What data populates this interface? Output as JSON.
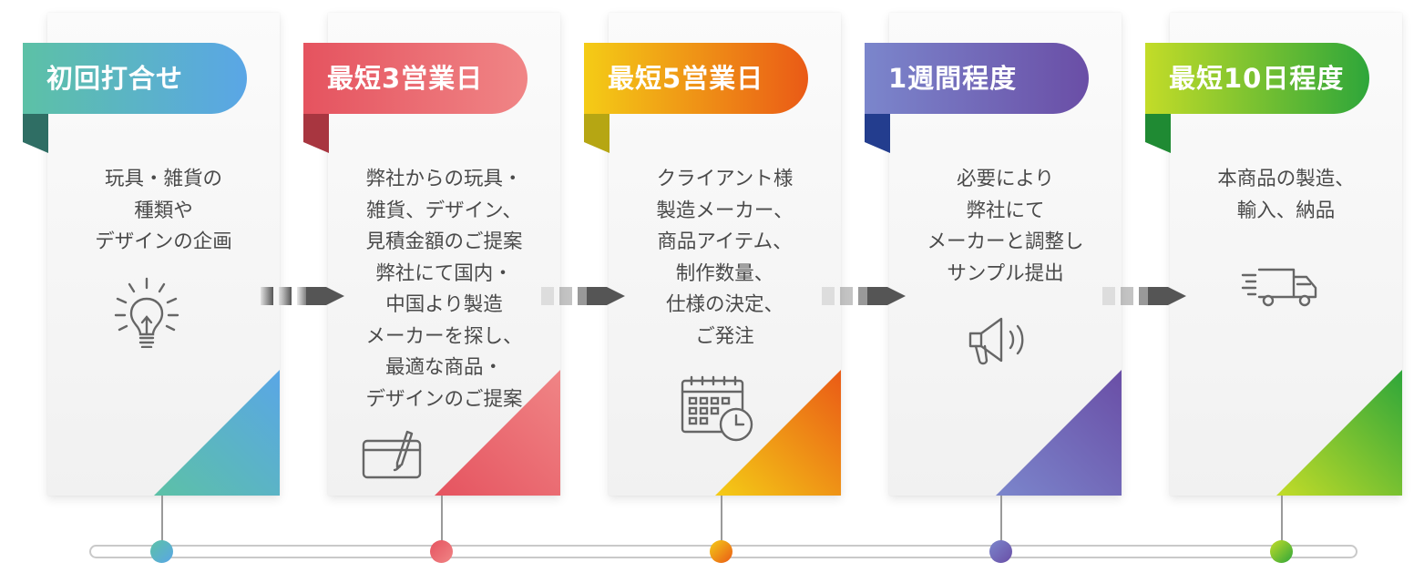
{
  "steps": [
    {
      "label": "初回打合せ",
      "text": "玩具・雑貨の\n種類や\nデザインの企画",
      "icon": "lightbulb-icon",
      "color_start": "#5cc1a6",
      "color_end": "#5aa6e6",
      "color_dark": "#2f6e64"
    },
    {
      "label": "最短3営業日",
      "text": "弊社からの玩具・\n雑貨、デザイン、\n見積金額のご提案\n弊社にて国内・\n中国より製造\nメーカーを探し、\n最適な商品・\nデザインのご提案",
      "icon": "tablet-pen-icon",
      "color_start": "#e5535f",
      "color_end": "#f08586",
      "color_dark": "#a83640"
    },
    {
      "label": "最短5営業日",
      "text": "クライアント様\n製造メーカー、\n商品アイテム、\n制作数量、\n仕様の決定、\nご発注",
      "icon": "calendar-clock-icon",
      "color_start": "#f4cc16",
      "color_end": "#ea5a16",
      "color_dark": "#b6a613"
    },
    {
      "label": "1週間程度",
      "text": "必要により\n弊社にて\nメーカーと調整し\nサンプル提出",
      "icon": "megaphone-icon",
      "color_start": "#7b86cc",
      "color_end": "#6a4ea6",
      "color_dark": "#233d8e"
    },
    {
      "label": "最短10日程度",
      "text": "本商品の製造、\n輸入、納品",
      "icon": "delivery-truck-icon",
      "color_start": "#c3dc28",
      "color_end": "#2ea63a",
      "color_dark": "#1f8a33"
    }
  ],
  "arrow_color": "#555555",
  "timeline_color": "#c9c9c9"
}
